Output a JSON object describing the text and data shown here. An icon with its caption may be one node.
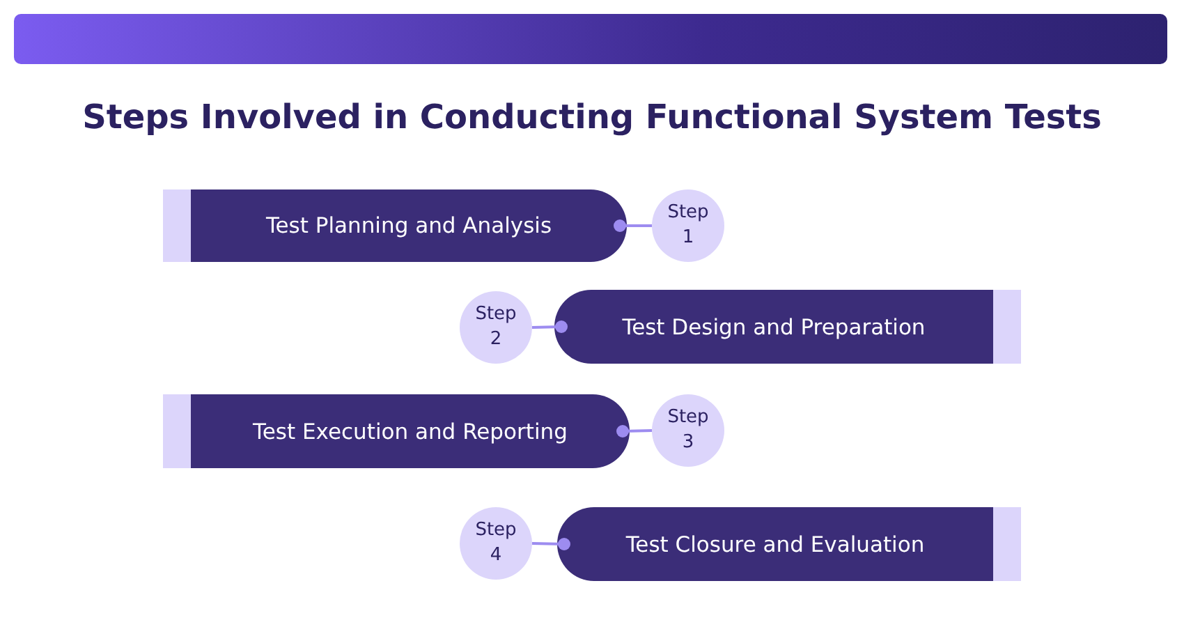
{
  "diagram": {
    "title": "Steps Involved in Conducting Functional System Tests",
    "nodes": [
      {
        "text": [
          "Test Planning and Analysis"
        ]
      },
      {
        "text": [
          "Step 1"
        ]
      },
      {
        "text": [
          "Step 2"
        ]
      },
      {
        "text": [
          "Test Design and Preparation"
        ]
      },
      {
        "text": [
          "Test Execution and Reporting"
        ]
      },
      {
        "text": [
          "Step 3"
        ]
      },
      {
        "text": [
          "Step 4"
        ]
      },
      {
        "text": [
          "Test Closure and Evaluation"
        ]
      }
    ],
    "edges": [
      {
        "from": 1,
        "to": 0,
        "arrow": "other"
      },
      {
        "from": 2,
        "to": 3,
        "arrow": "other"
      },
      {
        "from": 5,
        "to": 4,
        "arrow": "other"
      },
      {
        "from": 6,
        "to": 7,
        "arrow": "other"
      }
    ]
  }
}
